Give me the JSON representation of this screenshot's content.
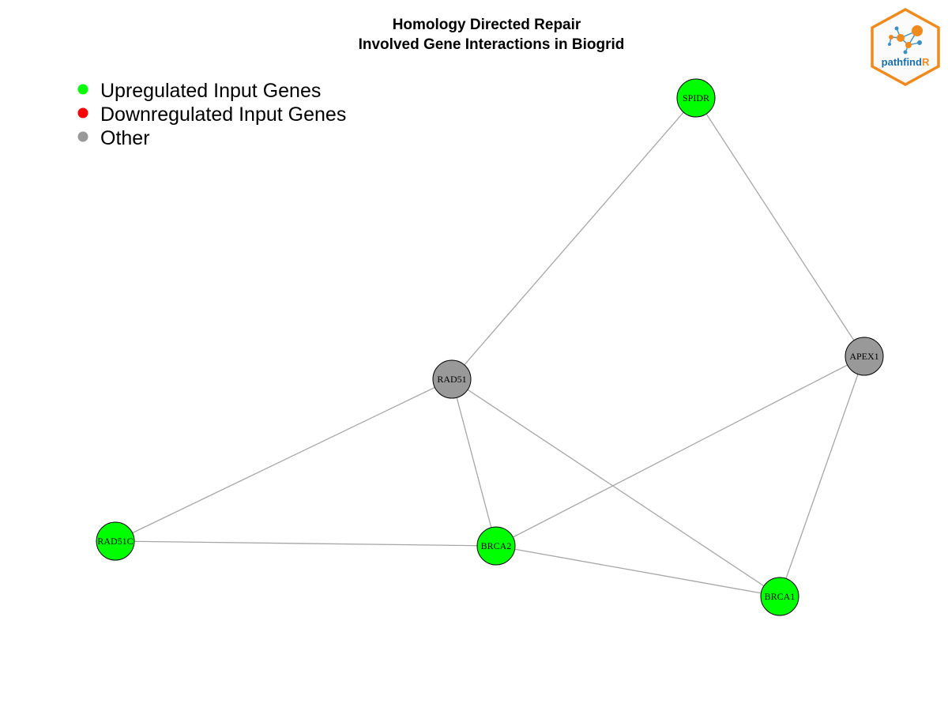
{
  "title": {
    "line1": "Homology Directed Repair",
    "line2": "Involved Gene Interactions in Biogrid"
  },
  "legend": [
    {
      "label": "Upregulated Input Genes",
      "color": "#00ff00"
    },
    {
      "label": "Downregulated Input Genes",
      "color": "#ff0000"
    },
    {
      "label": "Other",
      "color": "#999999"
    }
  ],
  "colors": {
    "upregulated": "#00ff00",
    "downregulated": "#ff0000",
    "other": "#999999",
    "edge": "#a6a6a6",
    "node_border": "#000000"
  },
  "logo": {
    "icon": "pathfindr-hexagon-logo",
    "text_main": "pathfind",
    "text_accent": "R",
    "main_color": "#1a6fa8",
    "accent_color": "#f08a1c"
  },
  "nodes": [
    {
      "id": "SPIDR",
      "category": "upregulated"
    },
    {
      "id": "APEX1",
      "category": "other"
    },
    {
      "id": "RAD51",
      "category": "other"
    },
    {
      "id": "RAD51C",
      "category": "upregulated"
    },
    {
      "id": "BRCA2",
      "category": "upregulated"
    },
    {
      "id": "BRCA1",
      "category": "upregulated"
    }
  ],
  "edges": [
    [
      "SPIDR",
      "RAD51"
    ],
    [
      "SPIDR",
      "APEX1"
    ],
    [
      "RAD51",
      "RAD51C"
    ],
    [
      "RAD51",
      "BRCA2"
    ],
    [
      "RAD51",
      "BRCA1"
    ],
    [
      "APEX1",
      "BRCA2"
    ],
    [
      "APEX1",
      "BRCA1"
    ],
    [
      "RAD51C",
      "BRCA2"
    ],
    [
      "BRCA2",
      "BRCA1"
    ]
  ]
}
